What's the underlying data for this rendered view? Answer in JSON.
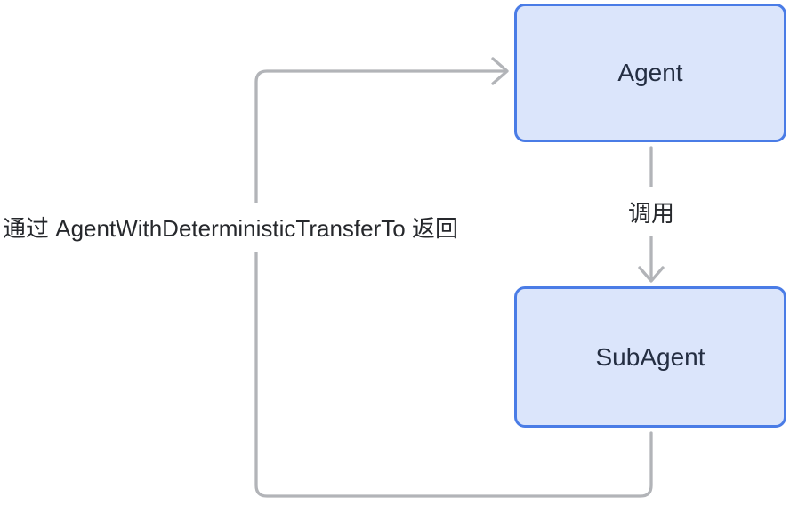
{
  "diagram": {
    "nodes": {
      "agent": {
        "label": "Agent"
      },
      "subagent": {
        "label": "SubAgent"
      }
    },
    "edges": {
      "call": {
        "from": "Agent",
        "to": "SubAgent",
        "label": "调用"
      },
      "return": {
        "from": "SubAgent",
        "to": "Agent",
        "label": "通过 AgentWithDeterministicTransferTo 返回"
      }
    },
    "colors": {
      "background": "#ffffff",
      "node_fill": "#dbe5fb",
      "node_border": "#4a7ce6",
      "node_text": "#242e42",
      "edge": "#b2b4b8",
      "label_text": "#26282c"
    }
  }
}
